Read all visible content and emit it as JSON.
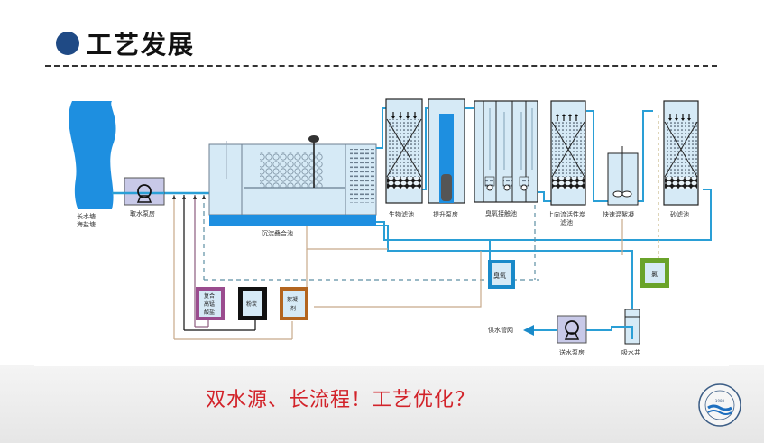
{
  "header": {
    "title": "工艺发展"
  },
  "caption": "双水源、长流程！工艺优化？",
  "colors": {
    "accent": "#1f4a85",
    "pipe": "#2a9fd6",
    "water": "#1e8fe0",
    "tank_fill": "#d6eaf6",
    "caption": "#d2232a",
    "ozone_box": "#1a8ac9",
    "chlorine_box": "#6aa32a",
    "coag_box": "#b3651f",
    "carbon_box": "#111111",
    "permanganate_box": "#9a4c8e"
  },
  "diagram": {
    "source_label_1": "长水塘",
    "source_label_2": "海盐塘",
    "intake_pump": "取水泵房",
    "sedimentation": "沉淀叠合池",
    "bio_filter": "生物滤池",
    "lift_pump": "提升泵房",
    "ozone_contact": "臭氧接触池",
    "bac_filter_1": "上向流活性炭",
    "bac_filter_2": "滤池",
    "rapid_mix": "快速混絮凝",
    "sand_filter": "砂滤池",
    "ozone": "臭氧",
    "chlorine": "氯",
    "chem_permanganate_1": "复合",
    "chem_permanganate_2": "高锰",
    "chem_permanganate_3": "酸盐",
    "chem_carbon": "粉炭",
    "chem_coag_1": "絮凝",
    "chem_coag_2": "剂",
    "supply_network": "供水管网",
    "delivery_pump": "送水泵房",
    "suction_well": "吸水井"
  },
  "logo": {
    "year": "1988",
    "text_top": "浙江工业大学",
    "text_bottom": "浙江工业大学"
  }
}
